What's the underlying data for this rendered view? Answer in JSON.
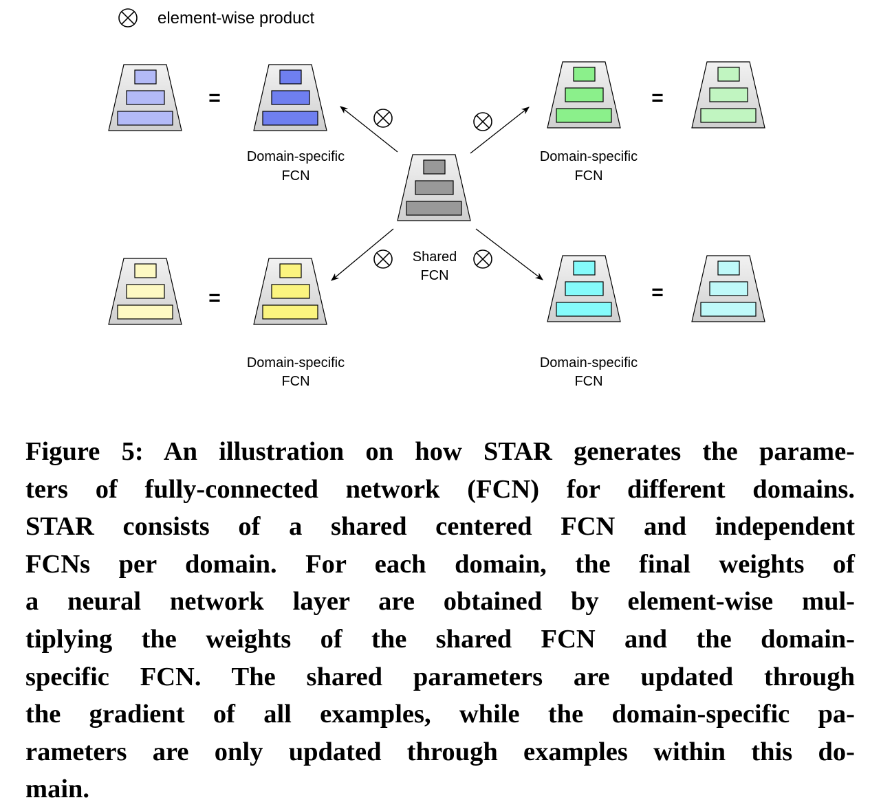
{
  "figure": {
    "legend": {
      "symbol": "⊗",
      "icon": "otimes-icon",
      "label": "element-wise product"
    },
    "shared_fcn": {
      "label_line1": "Shared",
      "label_line2": "FCN",
      "layer_color": "#999999"
    },
    "domains": [
      {
        "id": "top-left",
        "label_line1": "Domain-specific",
        "label_line2": "FCN",
        "specific_layer_color": "#6f7ff0",
        "result_layer_color": "#b3baf7"
      },
      {
        "id": "top-right",
        "label_line1": "Domain-specific",
        "label_line2": "FCN",
        "specific_layer_color": "#8bf08b",
        "result_layer_color": "#c1f5c1"
      },
      {
        "id": "bottom-left",
        "label_line1": "Domain-specific",
        "label_line2": "FCN",
        "specific_layer_color": "#fbf47f",
        "result_layer_color": "#fdf9c3"
      },
      {
        "id": "bottom-right",
        "label_line1": "Domain-specific",
        "label_line2": "FCN",
        "specific_layer_color": "#85fbfb",
        "result_layer_color": "#bff9f9"
      }
    ],
    "equals_symbol": "=",
    "product_symbol": "⊗"
  },
  "caption": {
    "lines": [
      "Figure 5: An illustration on how STAR generates the parame-",
      "ters of fully-connected network (FCN) for different domains.",
      "STAR consists of a shared centered FCN and independent",
      "FCNs per domain. For each domain, the final weights of",
      "a neural network layer are obtained by element-wise mul-",
      "tiplying the weights of the shared FCN and the domain-",
      "specific FCN. The shared parameters are updated through",
      "the gradient of all examples, while the domain-specific pa-",
      "rameters are only updated through examples within this do-",
      "main."
    ]
  }
}
